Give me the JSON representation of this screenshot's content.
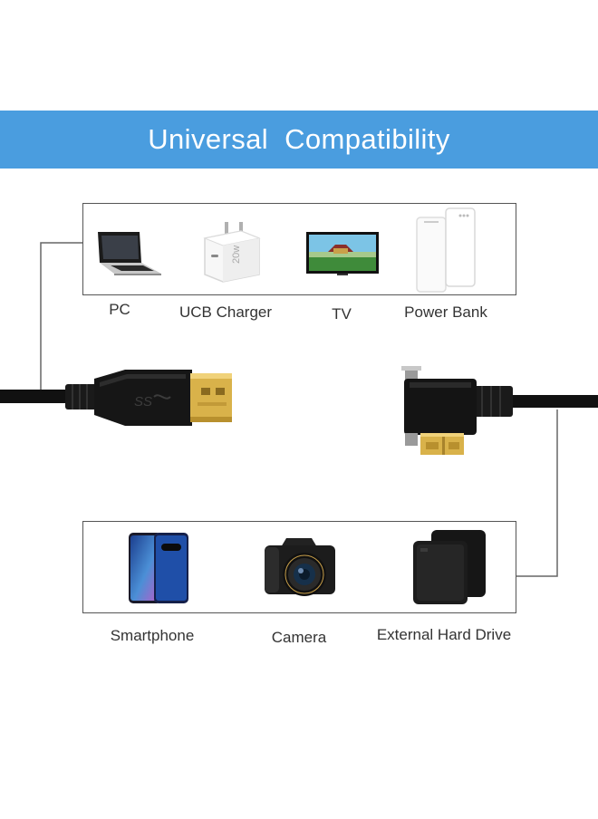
{
  "banner": {
    "title": "Universal  Compatibility"
  },
  "top_devices": [
    {
      "label": "PC",
      "icon": "laptop-icon"
    },
    {
      "label": "UCB Charger",
      "icon": "charger-icon"
    },
    {
      "label": "TV",
      "icon": "tv-icon"
    },
    {
      "label": "Power Bank",
      "icon": "power-bank-icon"
    }
  ],
  "bottom_devices": [
    {
      "label": "Smartphone",
      "icon": "smartphone-icon"
    },
    {
      "label": "Camera",
      "icon": "camera-icon"
    },
    {
      "label": "External Hard Drive",
      "icon": "hard-drive-icon"
    }
  ],
  "charger_marking": "20w",
  "usb_logo": "SS",
  "colors": {
    "banner": "#4a9ddf",
    "cable": "#111111",
    "gold": "#d9b24a",
    "frame": "#555555"
  }
}
